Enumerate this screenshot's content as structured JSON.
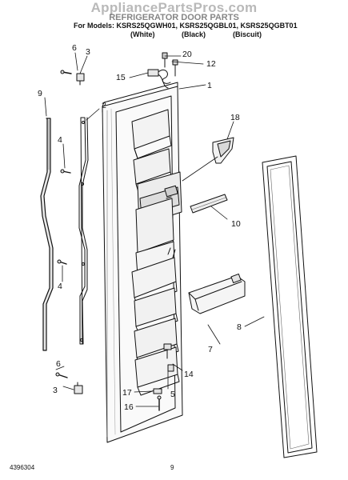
{
  "header": {
    "watermark": "AppliancePartsPros.com",
    "title": "REFRIGERATOR DOOR PARTS",
    "models_line": "For Models: KSRS25QGWH01, KSRS25QGBL01, KSRS25QGBT01",
    "variants": [
      "(White)",
      "(Black)",
      "(Biscuit)"
    ]
  },
  "callouts": [
    "1",
    "2",
    "3",
    "4",
    "5",
    "6",
    "7",
    "8",
    "9",
    "10",
    "12",
    "14",
    "15",
    "16",
    "17",
    "18",
    "20"
  ],
  "footer": {
    "doc_number": "4396304",
    "page_number": "9"
  }
}
